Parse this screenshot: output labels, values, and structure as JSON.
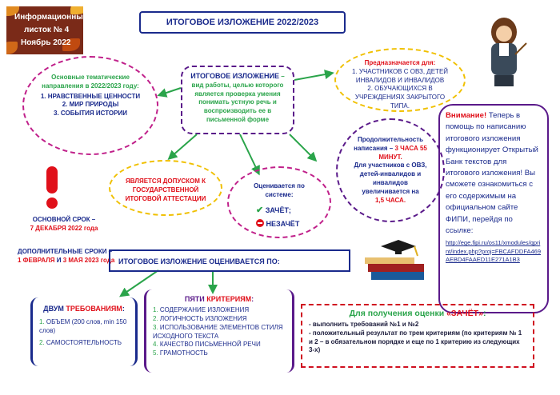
{
  "leaflet": {
    "line1": "Информационный",
    "line2": "листок № 4",
    "line3": "Ноябрь 2022"
  },
  "title": "ИТОГОВОЕ ИЗЛОЖЕНИЕ 2022/2023",
  "directions": {
    "heading": "Основные тематические направления в 2022/2023 году:",
    "items": [
      "НРАВСТВЕННЫЕ ЦЕННОСТИ",
      "МИР ПРИРОДЫ",
      "СОБЫТИЯ ИСТОРИИ"
    ]
  },
  "definition": {
    "term": "ИТОГОВОЕ ИЗЛОЖЕНИЕ",
    "text": "– вид работы, целью которого является проверка умения понимать устную речь и воспроизводить ее в письменной форме"
  },
  "target": {
    "heading": "Предназначается для:",
    "items": [
      "УЧАСТНИКОВ С ОВЗ, ДЕТЕЙ ИНВАЛИДОВ И ИНВАЛИДОВ",
      "ОБУЧАЮЩИХСЯ В УЧРЕЖДЕНИЯХ ЗАКРЫТОГО ТИПА."
    ]
  },
  "admission": "ЯВЛЯЕТСЯ ДОПУСКОМ К ГОСУДАРСТВЕННОЙ ИТОГОВОЙ АТТЕСТАЦИИ",
  "grading": {
    "heading": "Оценивается по системе:",
    "pass": "ЗАЧЁТ;",
    "fail": "НЕЗАЧЁТ"
  },
  "duration": {
    "line1": "Продолжительность написания –",
    "time": "3 ЧАСА 55 МИНУТ.",
    "line2": "Для участников с ОВЗ, детей-инвалидов и инвалидов",
    "line3": "увеличивается на",
    "extra": "1,5 ЧАСА."
  },
  "attention": {
    "label": "Внимание!",
    "text": "Теперь в помощь по написанию итогового изложения функционирует Открытый Банк текстов для итогового изложения! Вы сможете ознакомиться с его содержимым на официальном сайте ФИПИ, перейдя по ссылке:",
    "link": "http://ege.fipi.ru/os11/xmodules/qprint/index.php?proj=FBCAFDDFA469AEBD4FAAED11E271A1B3"
  },
  "main_date": {
    "label": "ОСНОВНОЙ СРОК –",
    "date": "7 ДЕКАБРЯ 2022 года"
  },
  "extra_dates": {
    "label": "ДОПОЛНИТЕЛЬНЫЕ СРОКИ –",
    "d1": "1 ФЕВРАЛЯ",
    "and": "И",
    "d2": "3 МАЯ 2023 года"
  },
  "evaluated_by": "ИТОГОВОЕ ИЗЛОЖЕНИЕ ОЦЕНИВАЕТСЯ ПО:",
  "requirements": {
    "pre": "ДВУМ ",
    "word": "ТРЕБОВАНИЯМ",
    "post": ":",
    "items": [
      "ОБЪЕМ (200 слов, min 150 слов)",
      "САМОСТОЯТЕЛЬНОСТЬ"
    ]
  },
  "criteria": {
    "pre": "ПЯТИ ",
    "word": "КРИТЕРИЯМ",
    "post": ":",
    "items": [
      "СОДЕРЖАНИЕ ИЗЛОЖЕНИЯ",
      "ЛОГИЧНОСТЬ ИЗЛОЖЕНИЯ",
      "ИСПОЛЬЗОВАНИЕ ЭЛЕМЕНТОВ СТИЛЯ ИСХОДНОГО ТЕКСТА",
      "КАЧЕСТВО ПИСЬМЕННОЙ РЕЧИ",
      "ГРАМОТНОСТЬ"
    ]
  },
  "pass_conditions": {
    "heading_pre": "Для получения оценки ",
    "heading_word": "«ЗАЧЁТ»",
    "heading_post": ":",
    "line1": "- выполнить требований №1 и №2",
    "line2": "- положительный результат по трем критериям (по критериям № 1 и 2 – в обязательном порядке и еще по 1 критерию из следующих 3-х)"
  },
  "colors": {
    "navy": "#1a2a8c",
    "red": "#e0101a",
    "green": "#2aa44a",
    "pink": "#c0208a",
    "yellow": "#f0c000",
    "purple": "#5a1a8a"
  }
}
